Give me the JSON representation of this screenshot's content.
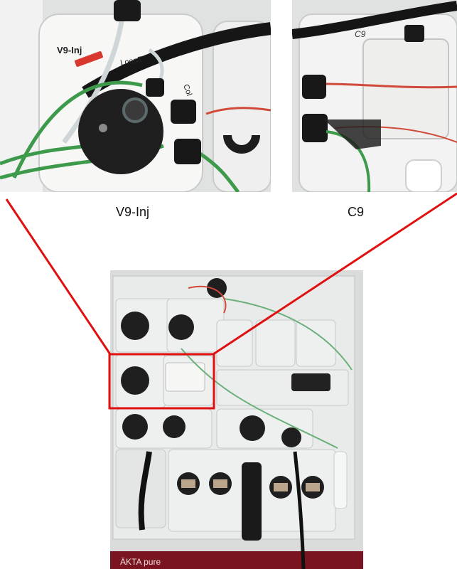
{
  "captions": {
    "left": "V9-Inj",
    "right": "C9"
  },
  "photo_text": {
    "valve_v9": "V9-Inj",
    "loop": "LoopE",
    "col": "Col",
    "valve_c9": "C9",
    "brand": "ÄKTA pure"
  },
  "colors": {
    "callout": "#e01010",
    "tubing_green": "#3c9a4a",
    "tubing_red": "#d04a3a",
    "panel": "#e9ebea",
    "valve": "#1f1f1f"
  },
  "icons": [
    "valve-icon",
    "pump-head-icon",
    "tubing-icon"
  ]
}
